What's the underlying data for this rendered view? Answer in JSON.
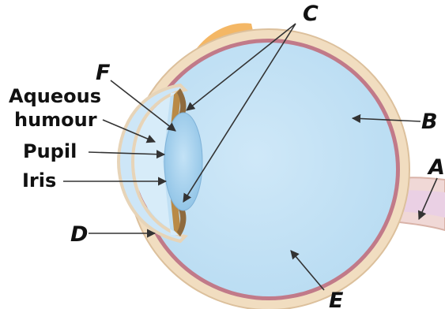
{
  "labels": {
    "aqueous_line1": "Aqueous",
    "aqueous_line2": "humour",
    "pupil": "Pupil",
    "iris": "Iris",
    "letter_a": "A",
    "letter_b": "B",
    "letter_c": "C",
    "letter_d": "D",
    "letter_e": "E",
    "letter_f": "F"
  },
  "colors": {
    "vitreous": "#c5e2f6",
    "sclera": "#f1ddc0",
    "choroid": "#c17a89",
    "lens": "#a8d2ee",
    "cornea": "#cde6f7",
    "muscle": "#f4b765",
    "optic_nerve": "#eed2d2",
    "arrow": "#333333"
  }
}
